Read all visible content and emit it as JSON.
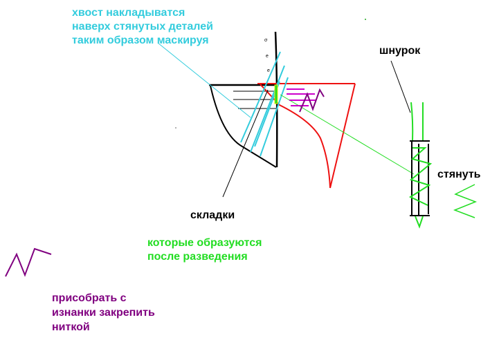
{
  "colors": {
    "cyan": "#33ccdd",
    "green": "#22dd22",
    "purple": "#800080",
    "red": "#ee1111",
    "magenta": "#cc00cc",
    "black": "#000000"
  },
  "labels": {
    "tail_note": [
      "хвост накладыватся",
      "наверх стянутых деталей",
      "таким образом маскируя"
    ],
    "cord": "шнурок",
    "pull": "стянуть",
    "folds": "складки",
    "folds_note": [
      "которые образуются",
      "после разведения"
    ],
    "gather_note": [
      "присобрать с",
      "изнанки закрепить",
      "ниткой"
    ]
  }
}
